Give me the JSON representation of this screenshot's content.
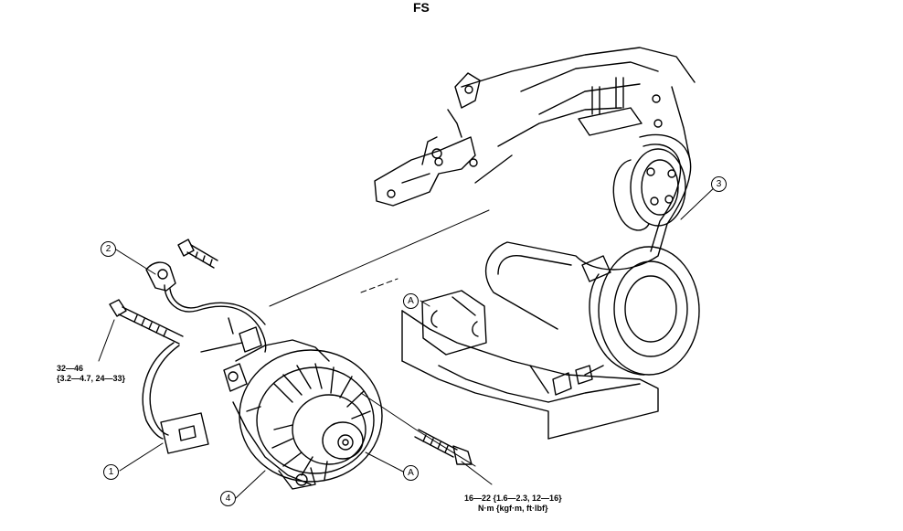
{
  "title": "FS",
  "callouts": {
    "c1": "1",
    "c2": "2",
    "c3": "3",
    "c4": "4",
    "a1": "A",
    "a2": "A"
  },
  "torque": {
    "bolt_upper_line1": "32—46",
    "bolt_upper_line2": "{3.2—4.7, 24—33}",
    "bolt_lower_line1": "16—22 {1.6—2.3, 12—16}",
    "bolt_lower_line2": "N·m {kgf·m, ft·lbf}"
  }
}
